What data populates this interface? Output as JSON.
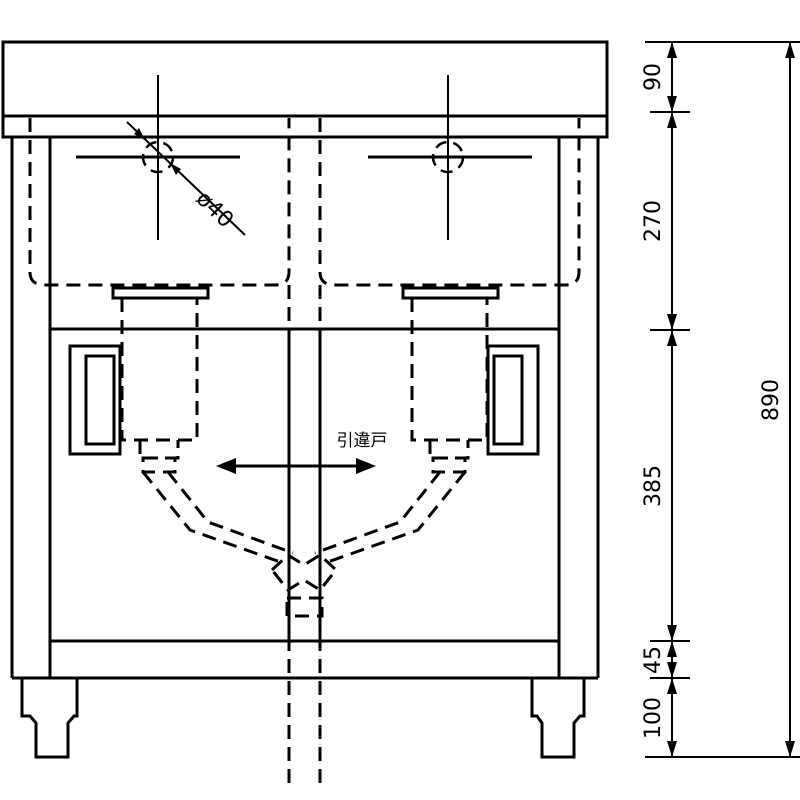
{
  "drawing": {
    "dimensions": [
      {
        "id": "top-rim",
        "value": "90"
      },
      {
        "id": "basin-depth",
        "value": "270"
      },
      {
        "id": "cabinet",
        "value": "385"
      },
      {
        "id": "bottom-shelf",
        "value": "45"
      },
      {
        "id": "legs",
        "value": "100"
      },
      {
        "id": "overall",
        "value": "890"
      }
    ],
    "drain_hole_label": "ø40",
    "sliding_door_label": "引違戸"
  }
}
